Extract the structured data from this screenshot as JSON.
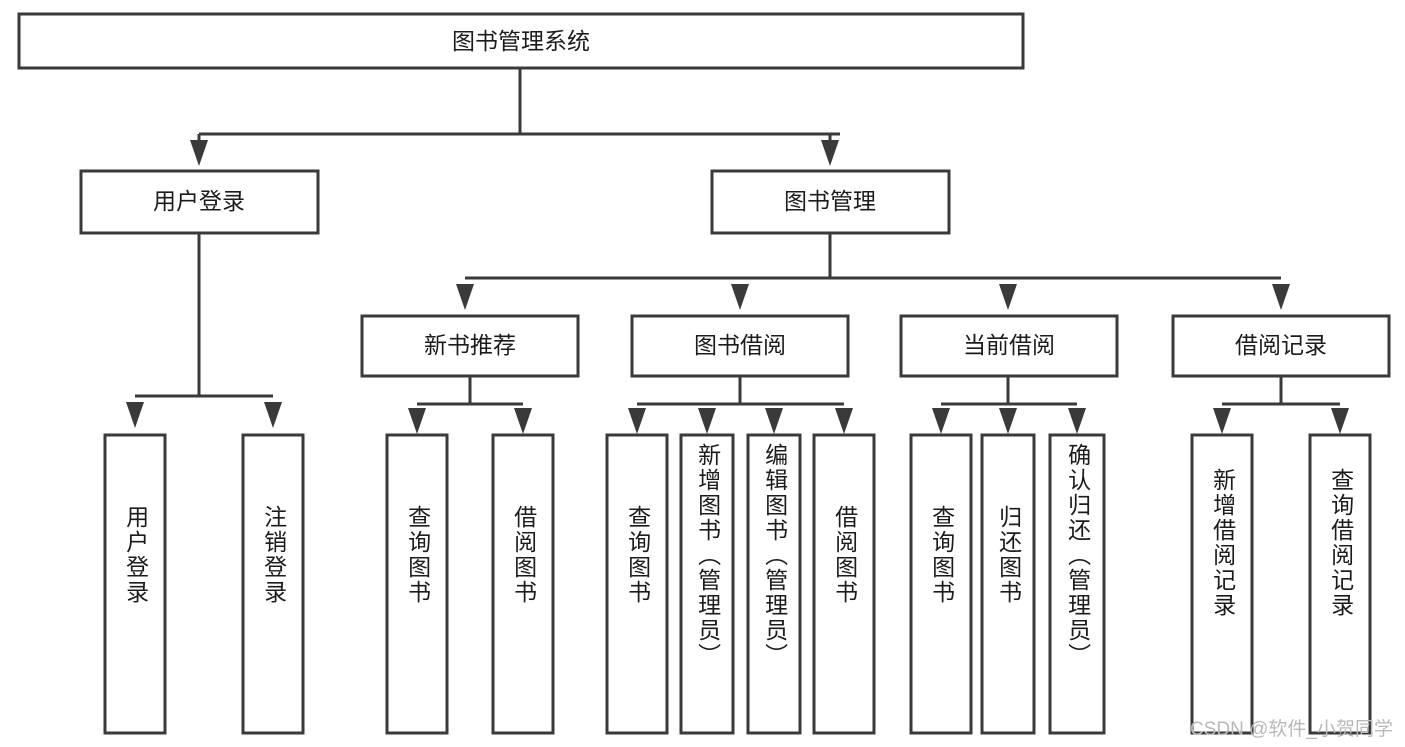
{
  "diagram": {
    "type": "tree-hierarchy",
    "title": "图书管理系统",
    "orientation": "top-down",
    "colors": {
      "box_stroke": "#3a3a3a",
      "box_fill": "#ffffff",
      "connector": "#3a3a3a",
      "text": "#1c1c1c",
      "watermark": "#b9b9b9",
      "page_background": "#ffffff"
    },
    "root": {
      "label": "图书管理系统"
    },
    "level2": [
      {
        "label": "用户登录"
      },
      {
        "label": "图书管理"
      }
    ],
    "level3": [
      {
        "label": "新书推荐"
      },
      {
        "label": "图书借阅"
      },
      {
        "label": "当前借阅"
      },
      {
        "label": "借阅记录"
      }
    ],
    "leaves": {
      "user_login": [
        {
          "label": "用户登录"
        },
        {
          "label": "注销登录"
        }
      ],
      "new_book_recommend": [
        {
          "label": "查询图书"
        },
        {
          "label": "借阅图书"
        }
      ],
      "book_borrow": [
        {
          "label": "查询图书"
        },
        {
          "label": "新增图书（管理员）"
        },
        {
          "label": "编辑图书（管理员）"
        },
        {
          "label": "借阅图书"
        }
      ],
      "current_borrow": [
        {
          "label": "查询图书"
        },
        {
          "label": "归还图书"
        },
        {
          "label": "确认归还（管理员）"
        }
      ],
      "borrow_records": [
        {
          "label": "新增借阅记录"
        },
        {
          "label": "查询借阅记录"
        }
      ]
    }
  },
  "watermark": {
    "text": "CSDN @软件_小贺同学"
  }
}
